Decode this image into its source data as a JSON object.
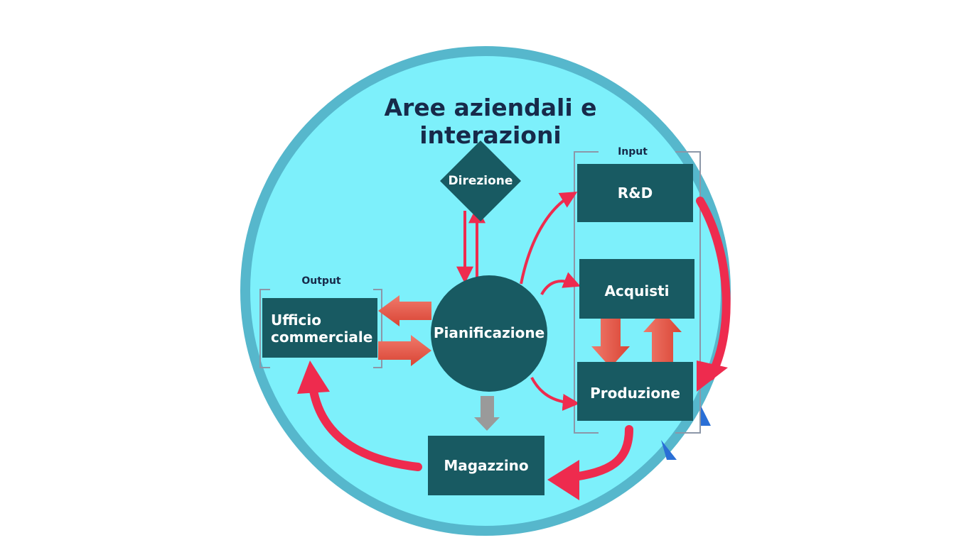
{
  "title": "Aree aziendali e interazioni",
  "nodes": {
    "direzione": "Direzione",
    "pianificazione": "Pianificazione",
    "rd": "R&D",
    "acquisti": "Acquisti",
    "produzione": "Produzione",
    "magazzino": "Magazzino",
    "ufficio": "Ufficio\ncommerciale"
  },
  "groups": {
    "input": "Input",
    "output": "Output"
  },
  "colors": {
    "circle_fill": "#7df0fb",
    "circle_border": "#56b7cc",
    "box": "#185a62",
    "arrow_red": "#ee2b4e",
    "block_arrow": "#e8564a",
    "gray_arrow": "#9a9a9a",
    "text_dark": "#172a4a"
  }
}
